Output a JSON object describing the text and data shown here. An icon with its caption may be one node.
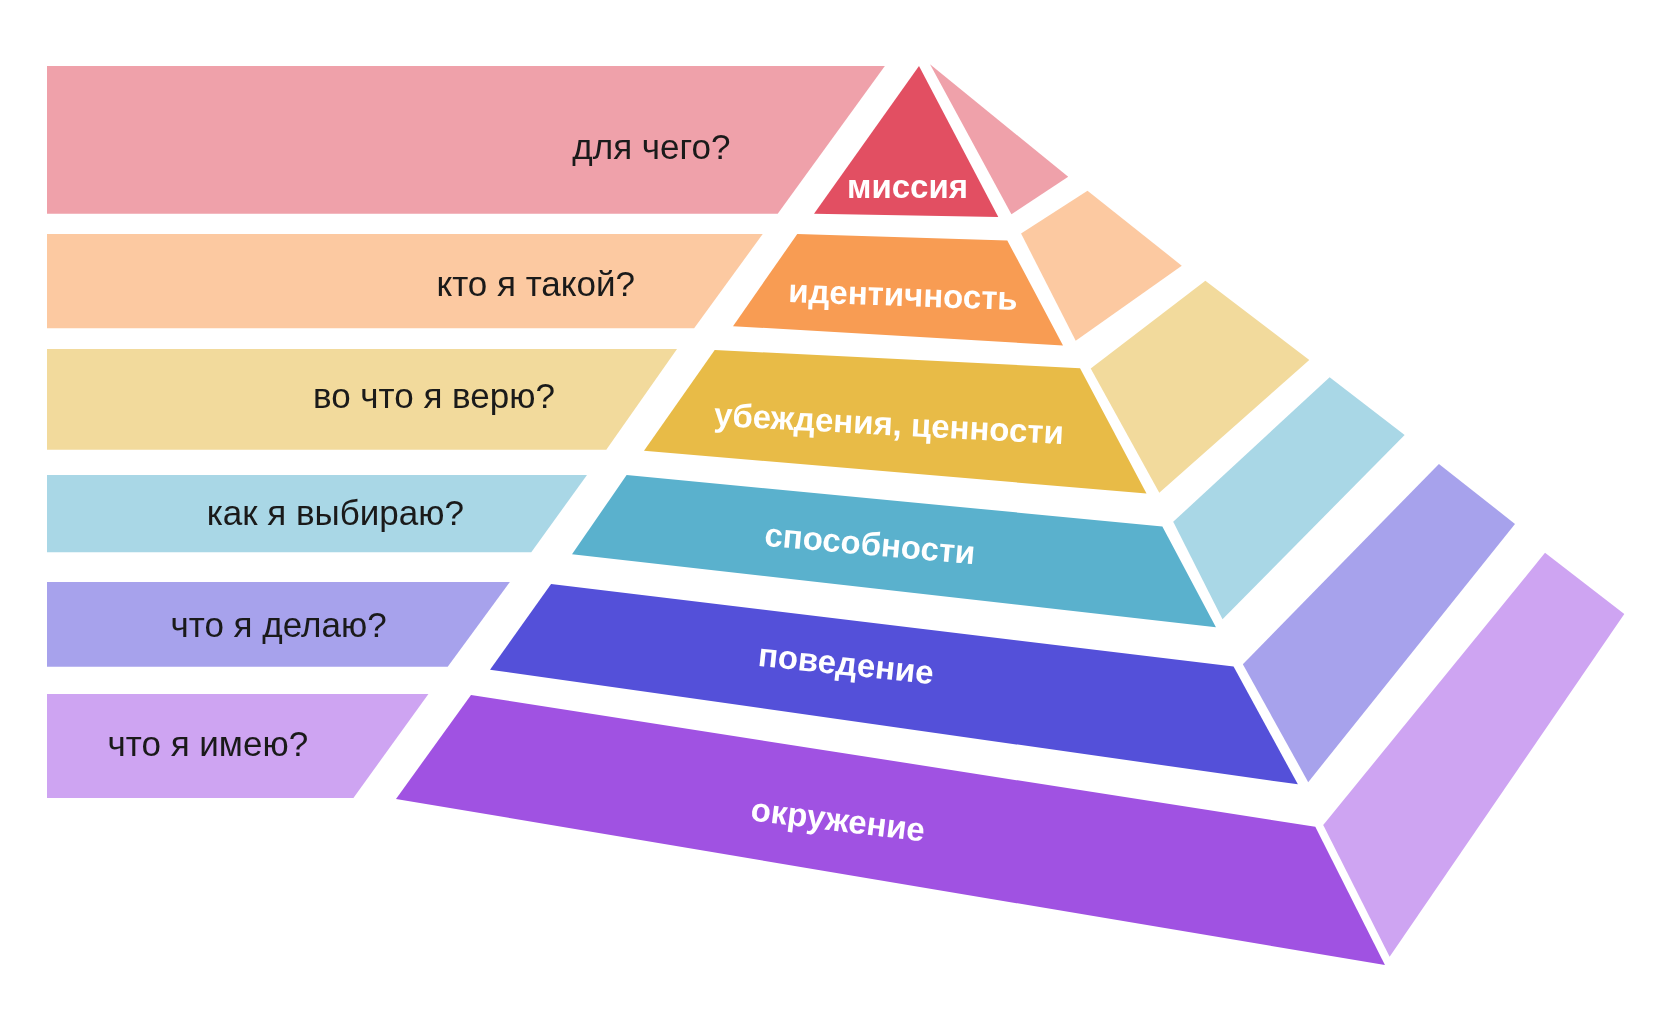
{
  "diagram": {
    "nodes": [
      {
        "text": [
          "для чего?"
        ]
      },
      {
        "text": [
          "миссия"
        ]
      },
      {
        "text": [
          "кто я такой?"
        ]
      },
      {
        "text": [
          "идентичность"
        ]
      },
      {
        "text": [
          "во что я верю?"
        ]
      },
      {
        "text": [
          "убеждения, ценности"
        ]
      },
      {
        "text": [
          "как я выбираю?"
        ]
      },
      {
        "text": [
          "способности"
        ]
      },
      {
        "text": [
          "что я делаю?"
        ]
      },
      {
        "text": [
          "поведение"
        ]
      },
      {
        "text": [
          "что я имею?"
        ]
      },
      {
        "text": [
          "окружение"
        ]
      }
    ]
  }
}
